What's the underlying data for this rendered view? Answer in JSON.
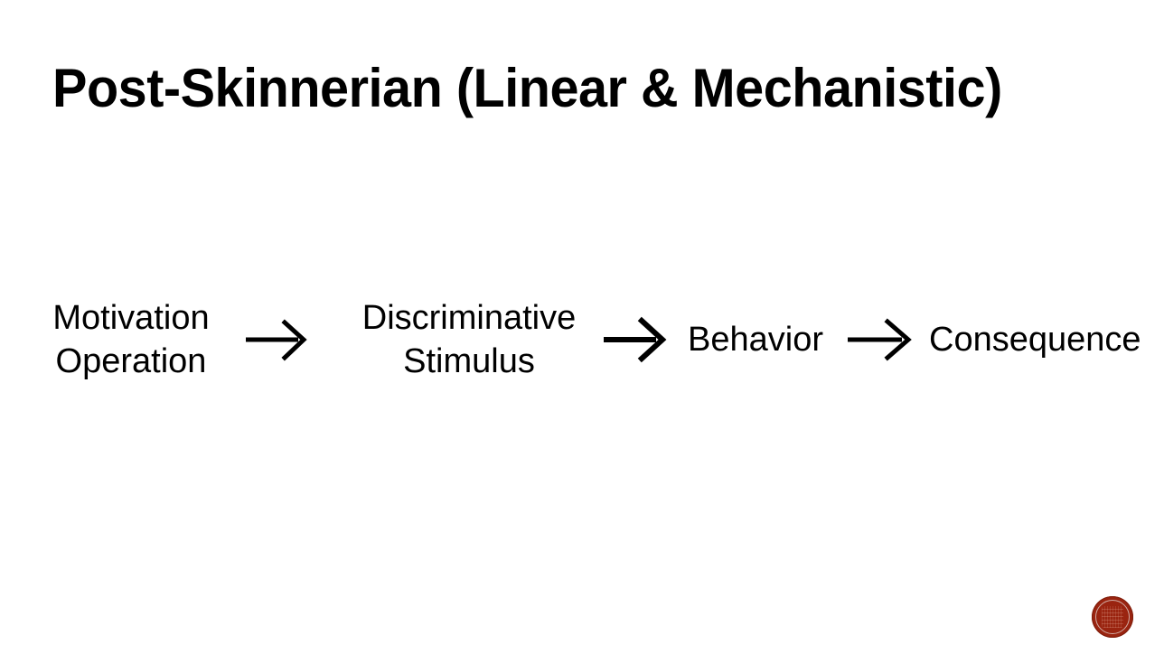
{
  "slide": {
    "title": "Post-Skinnerian (Linear & Mechanistic)",
    "background_color": "#ffffff",
    "text_color": "#000000"
  },
  "diagram": {
    "type": "linear-flow",
    "nodes": [
      {
        "id": "motivating-operation",
        "label": "Motivation\nOperation"
      },
      {
        "id": "discriminative-stimulus",
        "label": "Discriminative\nStimulus"
      },
      {
        "id": "behavior",
        "label": "Behavior"
      },
      {
        "id": "consequence",
        "label": "Consequence"
      }
    ],
    "connectors": [
      {
        "id": "arrow-1",
        "icon": "arrow-right-icon",
        "from": "motivating-operation",
        "to": "discriminative-stimulus"
      },
      {
        "id": "arrow-2",
        "icon": "arrow-right-icon",
        "from": "discriminative-stimulus",
        "to": "behavior"
      },
      {
        "id": "arrow-3",
        "icon": "arrow-right-icon",
        "from": "behavior",
        "to": "consequence"
      }
    ]
  },
  "logo": {
    "name": "circular-seal-logo",
    "color": "#9a2410",
    "ring_color": "#d9c4be"
  }
}
